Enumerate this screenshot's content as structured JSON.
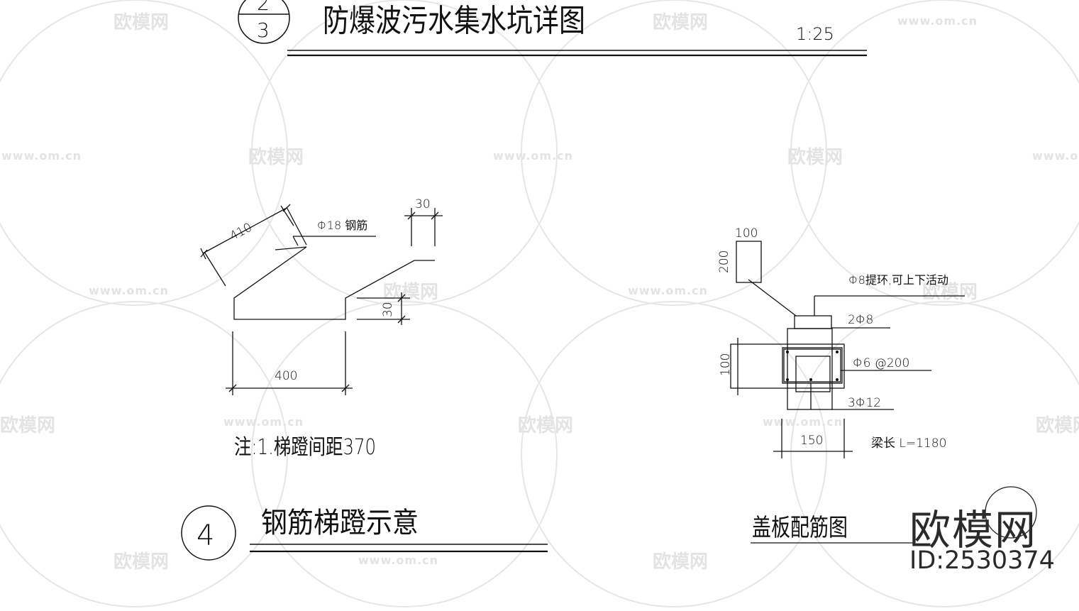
{
  "drawing": {
    "top_title": {
      "number_top": "2",
      "number_bottom": "3",
      "text": "防爆波污水集水坑详图",
      "scale": "1:25"
    },
    "ladder": {
      "dim_slant": "410",
      "rebar_label": "Φ18 钢筋",
      "dim_top": "30",
      "dim_right": "30",
      "dim_width": "400",
      "note": "注:1.梯蹬间距370",
      "title_number": "4",
      "title": "钢筋梯蹬示意"
    },
    "cover": {
      "dim_w_small": "100",
      "dim_h_small": "200",
      "hook_label": "Φ8提环,可上下活动",
      "label_2phi8": "2Φ8",
      "label_phi6": "Φ6 @200",
      "label_3phi12": "3Φ12",
      "dim_height": "100",
      "dim_width": "150",
      "beam_length": "梁长 L=1180",
      "title": "盖板配筋图"
    }
  },
  "watermark": {
    "brand": "欧模网",
    "url": "www.om.cn"
  },
  "logo": {
    "brand": "欧模网",
    "id": "ID:2530374"
  }
}
